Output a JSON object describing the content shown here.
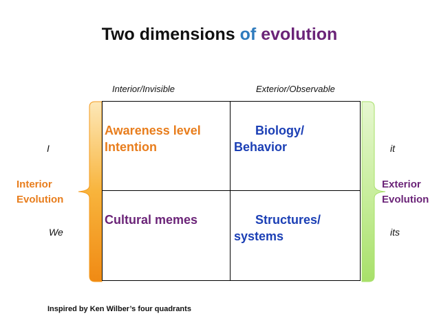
{
  "title": {
    "word1": "Two dimensions",
    "word2": "of",
    "word3": "evolution"
  },
  "column_headers": {
    "left": "Interior/Invisible",
    "right": "Exterior/Observable"
  },
  "quadrants": {
    "top_left": {
      "line1": "Awareness level",
      "line2": "Intention"
    },
    "top_right": {
      "line1": "Biology/",
      "line2": "Behavior"
    },
    "bottom_left": {
      "line1": "Cultural memes"
    },
    "bottom_right": {
      "line1": "Structures/",
      "line2": "systems"
    }
  },
  "pronouns": {
    "left_top": "I",
    "left_bottom": "We",
    "right_top": "it",
    "right_bottom": "its"
  },
  "side_labels": {
    "left": {
      "line1": "Interior",
      "line2": "Evolution"
    },
    "right": {
      "line1": "Exterior",
      "line2": "Evolution"
    }
  },
  "credit": "Inspired by Ken Wilber’s four quadrants",
  "colors": {
    "title_blue": "#2f7bbd",
    "title_purple": "#6b2478",
    "orange": "#e87d1c",
    "purple": "#6b2478",
    "blue": "#1b3fb5",
    "left_brace": "#f39a1e",
    "right_brace": "#a8e06a"
  }
}
